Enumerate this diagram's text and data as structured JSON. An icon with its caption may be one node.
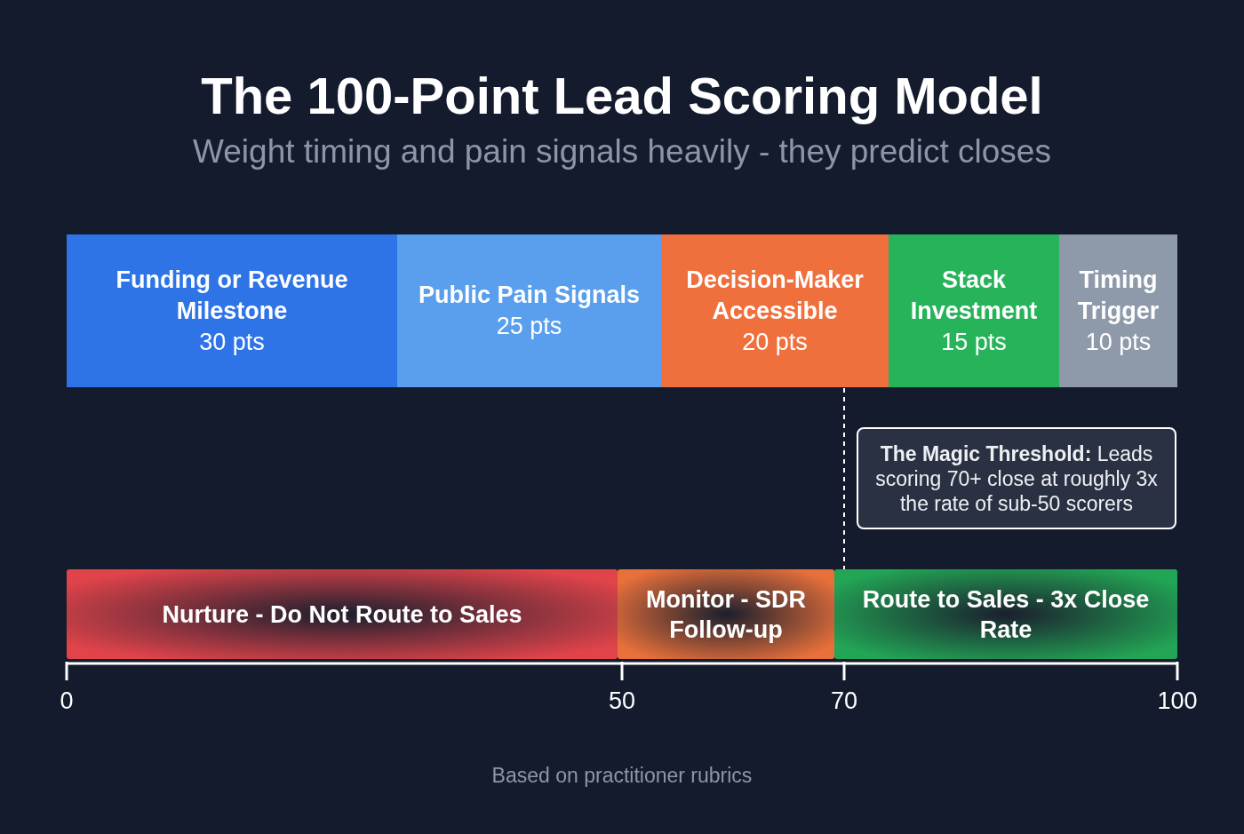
{
  "diagram": {
    "title": "The 100-Point Lead Scoring Model",
    "caption": "Based on practitioner rubrics",
    "nodes": [
      {
        "text": [
          "Funding or Revenue Milestone",
          "30 pts"
        ]
      },
      {
        "text": [
          "Public Pain Signals",
          "25 pts"
        ]
      },
      {
        "text": [
          "Decision-Maker Accessible",
          "20 pts"
        ]
      },
      {
        "text": [
          "Stack Investment",
          "15 pts"
        ]
      },
      {
        "text": [
          "Timing Trigger",
          "10 pts"
        ]
      },
      {
        "text": [
          "**The Magic Threshold:** Leads scoring 70+ close at roughly 3x the rate of sub-50 scorers"
        ]
      },
      {
        "text": [
          "Nurture - Do Not Route to Sales"
        ]
      },
      {
        "text": [
          "Monitor - SDR Follow-up"
        ]
      },
      {
        "text": [
          "Route to Sales - 3x Close Rate"
        ]
      }
    ],
    "edges": [],
    "labels": [
      "Weight timing and pain signals heavily - they predict closes",
      "0",
      "50",
      "70",
      "100"
    ]
  }
}
